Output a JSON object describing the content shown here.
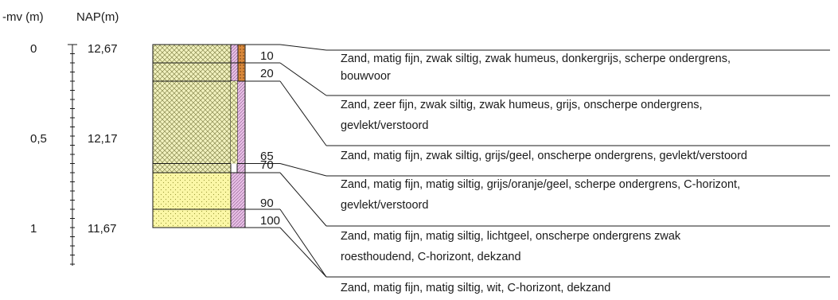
{
  "headers": {
    "depth": "-mv (m)",
    "nap": "NAP(m)"
  },
  "scale_labels": [
    {
      "depth": "0",
      "nap": "12,67"
    },
    {
      "depth": "0,5",
      "nap": "12,17"
    },
    {
      "depth": "1",
      "nap": "11,67"
    }
  ],
  "layers": [
    {
      "from_cm": 0,
      "to_cm": 10,
      "depth_label": "10",
      "lithology": "sand-humus",
      "description": [
        "Zand, matig fijn, zwak siltig, zwak humeus, donkergrijs, scherpe ondergrens,",
        "bouwvoor"
      ]
    },
    {
      "from_cm": 10,
      "to_cm": 20,
      "depth_label": "20",
      "lithology": "sand-humus",
      "description": [
        "Zand, zeer fijn, zwak siltig, zwak humeus, grijs, onscherpe ondergrens,",
        "gevlekt/verstoord"
      ]
    },
    {
      "from_cm": 20,
      "to_cm": 65,
      "depth_label": "65",
      "lithology": "sand-humus",
      "description": [
        "Zand, matig fijn, zwak siltig, grijs/geel, onscherpe ondergrens, gevlekt/verstoord"
      ]
    },
    {
      "from_cm": 65,
      "to_cm": 70,
      "depth_label": "70",
      "lithology": "sand-humus",
      "description": [
        "Zand, matig fijn, matig siltig, grijs/oranje/geel, scherpe ondergrens, C-horizont,",
        "gevlekt/verstoord"
      ]
    },
    {
      "from_cm": 70,
      "to_cm": 90,
      "depth_label": "90",
      "lithology": "sand",
      "description": [
        "Zand, matig fijn, matig siltig, lichtgeel, onscherpe ondergrens zwak",
        "roesthoudend, C-horizont, dekzand"
      ]
    },
    {
      "from_cm": 90,
      "to_cm": 100,
      "depth_label": "100",
      "lithology": "sand",
      "description": [
        "Zand, matig fijn, matig siltig, wit, C-horizont, dekzand"
      ]
    }
  ],
  "colors": {
    "humus_fill": "#f2f2bf",
    "hatch": "#8a8a50",
    "sand_fill": "#fbf7a6",
    "sand_dot": "#9a9a3a",
    "admix_pink": "#e8bfe6",
    "admix_orange": "#d9883a",
    "line": "#1a1a1a"
  }
}
